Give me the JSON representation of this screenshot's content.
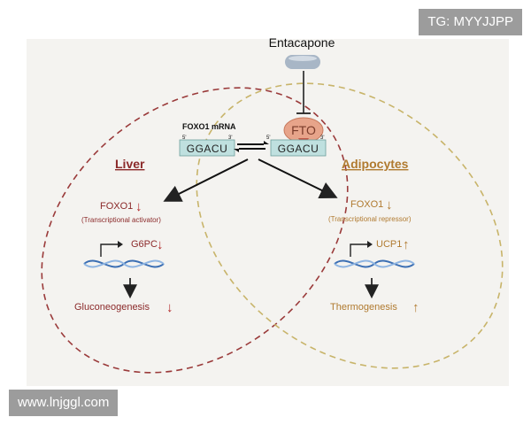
{
  "watermarks": {
    "top": "TG: MYYJJPP",
    "bottom": "www.lnjggl.com"
  },
  "drug": {
    "name": "Entacapone"
  },
  "mrna": {
    "label": "FOXO1 mRNA",
    "seq_left": "GGACU",
    "seq_right": "GGACU",
    "five_prime": "5'",
    "three_prime": "3'"
  },
  "enzyme": {
    "name": "FTO"
  },
  "liver": {
    "title": "Liver",
    "factor": "FOXO1",
    "factor_role": "(Transcriptional activator)",
    "gene": "G6PC",
    "outcome": "Gluconeogenesis",
    "arrow_symbol": "↓"
  },
  "adipocytes": {
    "title": "Adipocytes",
    "factor": "FOXO1",
    "factor_role": "(Transcriptional repressor)",
    "gene": "UCP1",
    "outcome": "Thermogenesis",
    "arrow_factor": "↓",
    "arrow_up": "↑"
  },
  "colors": {
    "liver": "#8b2a2a",
    "adipo": "#b07a2f",
    "liver_ellipse": "#9a3a3a",
    "adipo_ellipse": "#c8b46a",
    "box": "#bfe0df",
    "fto": "#e7a48a"
  }
}
